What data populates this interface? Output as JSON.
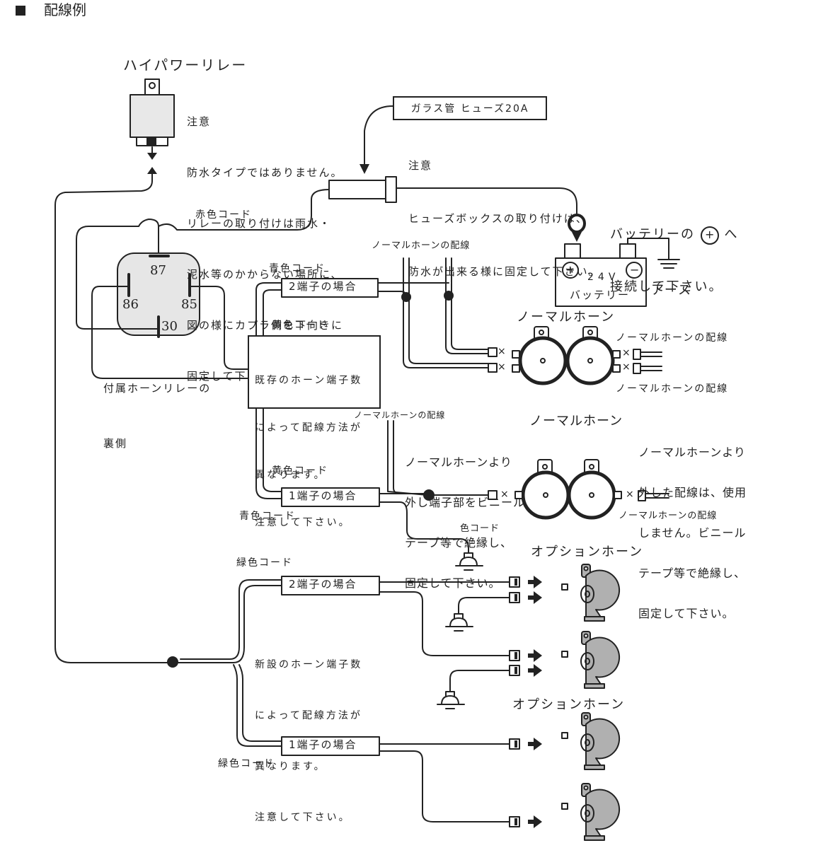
{
  "header": {
    "bullet_icon": "black-square",
    "title": "配線例"
  },
  "high_power_relay": {
    "title": "ハイパワーリレー",
    "note_heading": "注意",
    "note_lines": [
      "防水タイプではありません。",
      "リレーの取り付けは雨水・",
      "泥水等のかからない場所に、",
      "図の様にカプラ側を下向きに",
      "固定して下さい。"
    ]
  },
  "fuse": {
    "label": "ガラス管 ヒューズ20A",
    "note_heading": "注意",
    "note_lines": [
      "ヒューズボックスの取り付けは、",
      "防水が出来る様に固定して下さい。"
    ]
  },
  "battery": {
    "connect_note_line1": "バッテリーの",
    "plus_symbol": "+",
    "connect_note_suffix": "へ",
    "connect_note_line2": "接続して下さい。",
    "voltage": "24V",
    "label": "バッテリー",
    "plus": "+",
    "minus": "−",
    "ground_label": "アース"
  },
  "wires": {
    "red": "赤色コード",
    "blue_top": "青色コード",
    "yellow_top": "黄色コード",
    "yellow_bottom": "黄色コード",
    "blue_bottom": "青色コード",
    "ground_color": "色コード",
    "green_top": "緑色コード",
    "green_bottom": "緑色コード"
  },
  "horn_relay": {
    "terminals": [
      "87",
      "86",
      "85",
      "30"
    ],
    "caption_lines": [
      "付属ホーンリレーの",
      "裏側"
    ]
  },
  "existing_note": {
    "lines": [
      "既存のホーン端子数",
      "によって配線方法が",
      "異なります。",
      "注意して下さい。"
    ]
  },
  "new_note": {
    "lines": [
      "新設のホーン端子数",
      "によって配線方法が",
      "異なります。",
      "注意して下さい。"
    ]
  },
  "connectors": {
    "two_terminal_top": "2端子の場合",
    "one_terminal_mid": "1端子の場合",
    "two_terminal_option": "2端子の場合",
    "one_terminal_option": "1端子の場合"
  },
  "normal_horn": {
    "title_1": "ノーマルホーン",
    "title_2": "ノーマルホーン",
    "wiring_label": "ノーマルホーンの配線",
    "wiring_label_r1": "ノーマルホーンの配線",
    "wiring_label_r2": "ノーマルホーンの配線",
    "wiring_label_mid": "ノーマルホーンの配線",
    "wiring_label_r3": "ノーマルホーンの配線",
    "disconnect_mark": "×",
    "insulate_note_left": [
      "ノーマルホーンより",
      "外し端子部をビニール",
      "テープ等で絶縁し、",
      "固定して下さい。"
    ],
    "insulate_note_right": [
      "ノーマルホーンより",
      "外した配線は、使用",
      "しません。ビニール",
      "テープ等で絶縁し、",
      "固定して下さい。"
    ]
  },
  "option_horn": {
    "title_1": "オプションホーン",
    "title_2": "オプションホーン"
  },
  "colors": {
    "line": "#222222",
    "fill_gray": "#b0b0b0",
    "relay_fill": "#e6e6e6"
  }
}
